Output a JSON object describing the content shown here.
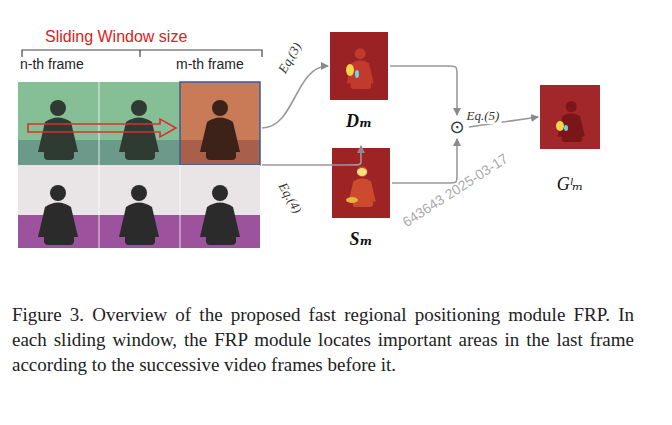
{
  "diagram": {
    "caption": "Figure 3. Overview of the proposed fast regional positioning module FRP. In each sliding window, the FRP module locates important areas in the last frame according to the successive video frames before it.",
    "nodes": [
      {
        "text": [
          "Sliding Window size",
          "n-th frame",
          "m-th frame"
        ]
      },
      {
        "text": [
          "Dₘ"
        ]
      },
      {
        "text": [
          "Sₘ"
        ]
      },
      {
        "text": [
          "⊙"
        ]
      },
      {
        "text": [
          "Gˡₘ"
        ]
      }
    ],
    "edges": [
      {
        "from": 0,
        "to": 1,
        "arrow": "to",
        "label": "Eq.(3)"
      },
      {
        "from": 0,
        "to": 2,
        "arrow": "to",
        "label": "Eq.(4)"
      },
      {
        "from": 1,
        "to": 3,
        "arrow": "to"
      },
      {
        "from": 2,
        "to": 3,
        "arrow": "to"
      },
      {
        "from": 3,
        "to": 4,
        "arrow": "to",
        "label": "Eq.(5)"
      }
    ],
    "labels": [
      "643643 2025-03-17"
    ]
  }
}
